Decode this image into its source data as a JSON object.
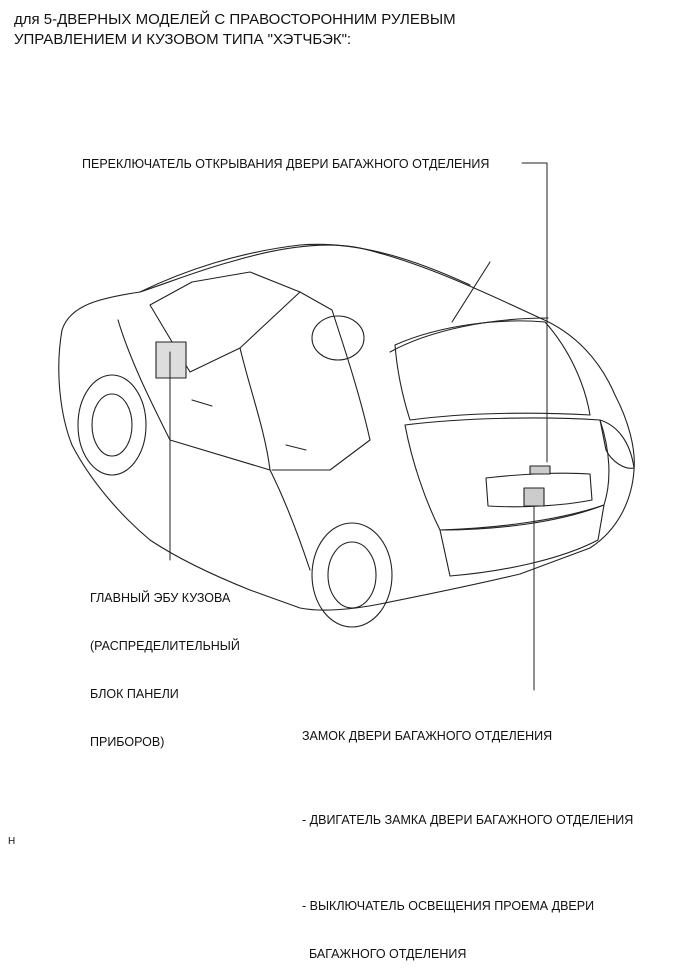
{
  "header": {
    "line1": "для 5-ДВЕРНЫХ МОДЕЛЕЙ С ПРАВОСТОРОННИМ РУЛЕВЫМ",
    "line2": "УПРАВЛЕНИЕМ И КУЗОВОМ ТИПА \"ХЭТЧБЭК\":"
  },
  "labels": {
    "back_door_opener_switch": "ПЕРЕКЛЮЧАТЕЛЬ ОТКРЫВАНИЯ ДВЕРИ БАГАЖНОГО ОТДЕЛЕНИЯ",
    "main_body_ecu": {
      "line1": "ГЛАВНЫЙ ЭБУ КУЗОВА",
      "line2": "(РАСПРЕДЕЛИТЕЛЬНЫЙ",
      "line3": "БЛОК ПАНЕЛИ",
      "line4": "ПРИБОРОВ)"
    },
    "back_door_lock": {
      "title": "ЗАМОК ДВЕРИ БАГАЖНОГО ОТДЕЛЕНИЯ",
      "item1": "- ДВИГАТЕЛЬ ЗАМКА ДВЕРИ БАГАЖНОГО ОТДЕЛЕНИЯ",
      "item2_line1": "- ВЫКЛЮЧАТЕЛЬ ОСВЕЩЕНИЯ ПРОЕМА ДВЕРИ",
      "item2_line2": "  БАГАЖНОГО ОТДЕЛЕНИЯ"
    }
  },
  "footer_code": "H"
}
